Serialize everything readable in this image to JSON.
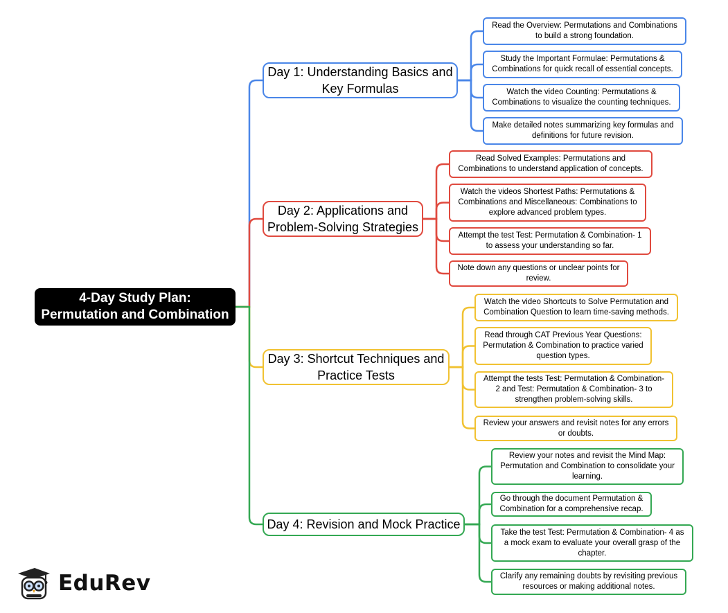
{
  "colors": {
    "day1": "#4a86e8",
    "day2": "#e04a3f",
    "day3": "#f1c232",
    "day4": "#34a853",
    "root_fill": "#000000"
  },
  "root": {
    "line1": "4-Day Study Plan:",
    "line2": "Permutation and Combination"
  },
  "days": [
    {
      "line1": "Day 1: Understanding Basics and",
      "line2": "Key Formulas",
      "tasks": [
        [
          "Read the Overview: Permutations and Combinations",
          "to build a strong foundation."
        ],
        [
          "Study the Important Formulae: Permutations &",
          "Combinations for quick recall of essential concepts."
        ],
        [
          "Watch the video Counting: Permutations &",
          "Combinations to visualize the counting techniques."
        ],
        [
          "Make detailed notes summarizing key formulas and",
          "definitions for future revision."
        ]
      ]
    },
    {
      "line1": "Day 2: Applications and",
      "line2": "Problem-Solving Strategies",
      "tasks": [
        [
          "Read Solved Examples: Permutations and",
          "Combinations to understand application of concepts."
        ],
        [
          "Watch the videos Shortest Paths: Permutations &",
          "Combinations and Miscellaneous: Combinations to",
          "explore advanced problem types."
        ],
        [
          "Attempt the test Test: Permutation & Combination- 1",
          "to assess your understanding so far."
        ],
        [
          "Note down any questions or unclear points for",
          "review."
        ]
      ]
    },
    {
      "line1": "Day 3: Shortcut Techniques and",
      "line2": "Practice Tests",
      "tasks": [
        [
          "Watch the video Shortcuts to Solve Permutation and",
          "Combination Question to learn time-saving methods."
        ],
        [
          "Read through CAT Previous Year Questions:",
          "Permutation & Combination to practice varied",
          "question types."
        ],
        [
          "Attempt the tests Test: Permutation & Combination-",
          "2 and Test: Permutation & Combination- 3 to",
          "strengthen problem-solving skills."
        ],
        [
          "Review your answers and revisit notes for any errors",
          "or doubts."
        ]
      ]
    },
    {
      "line1": "Day 4: Revision and Mock Practice",
      "line2": "",
      "tasks": [
        [
          "Review your notes and revisit the Mind Map:",
          "Permutation and Combination to consolidate your",
          "learning."
        ],
        [
          "Go through the document Permutation &",
          "Combination for a comprehensive recap."
        ],
        [
          "Take the test Test: Permutation & Combination- 4 as",
          "a mock exam to evaluate your overall grasp of the",
          "chapter."
        ],
        [
          "Clarify any remaining doubts by revisiting previous",
          "resources or making additional notes."
        ]
      ]
    }
  ],
  "logo": {
    "text": "EduRev",
    "icon": "graduate-owl-icon"
  }
}
